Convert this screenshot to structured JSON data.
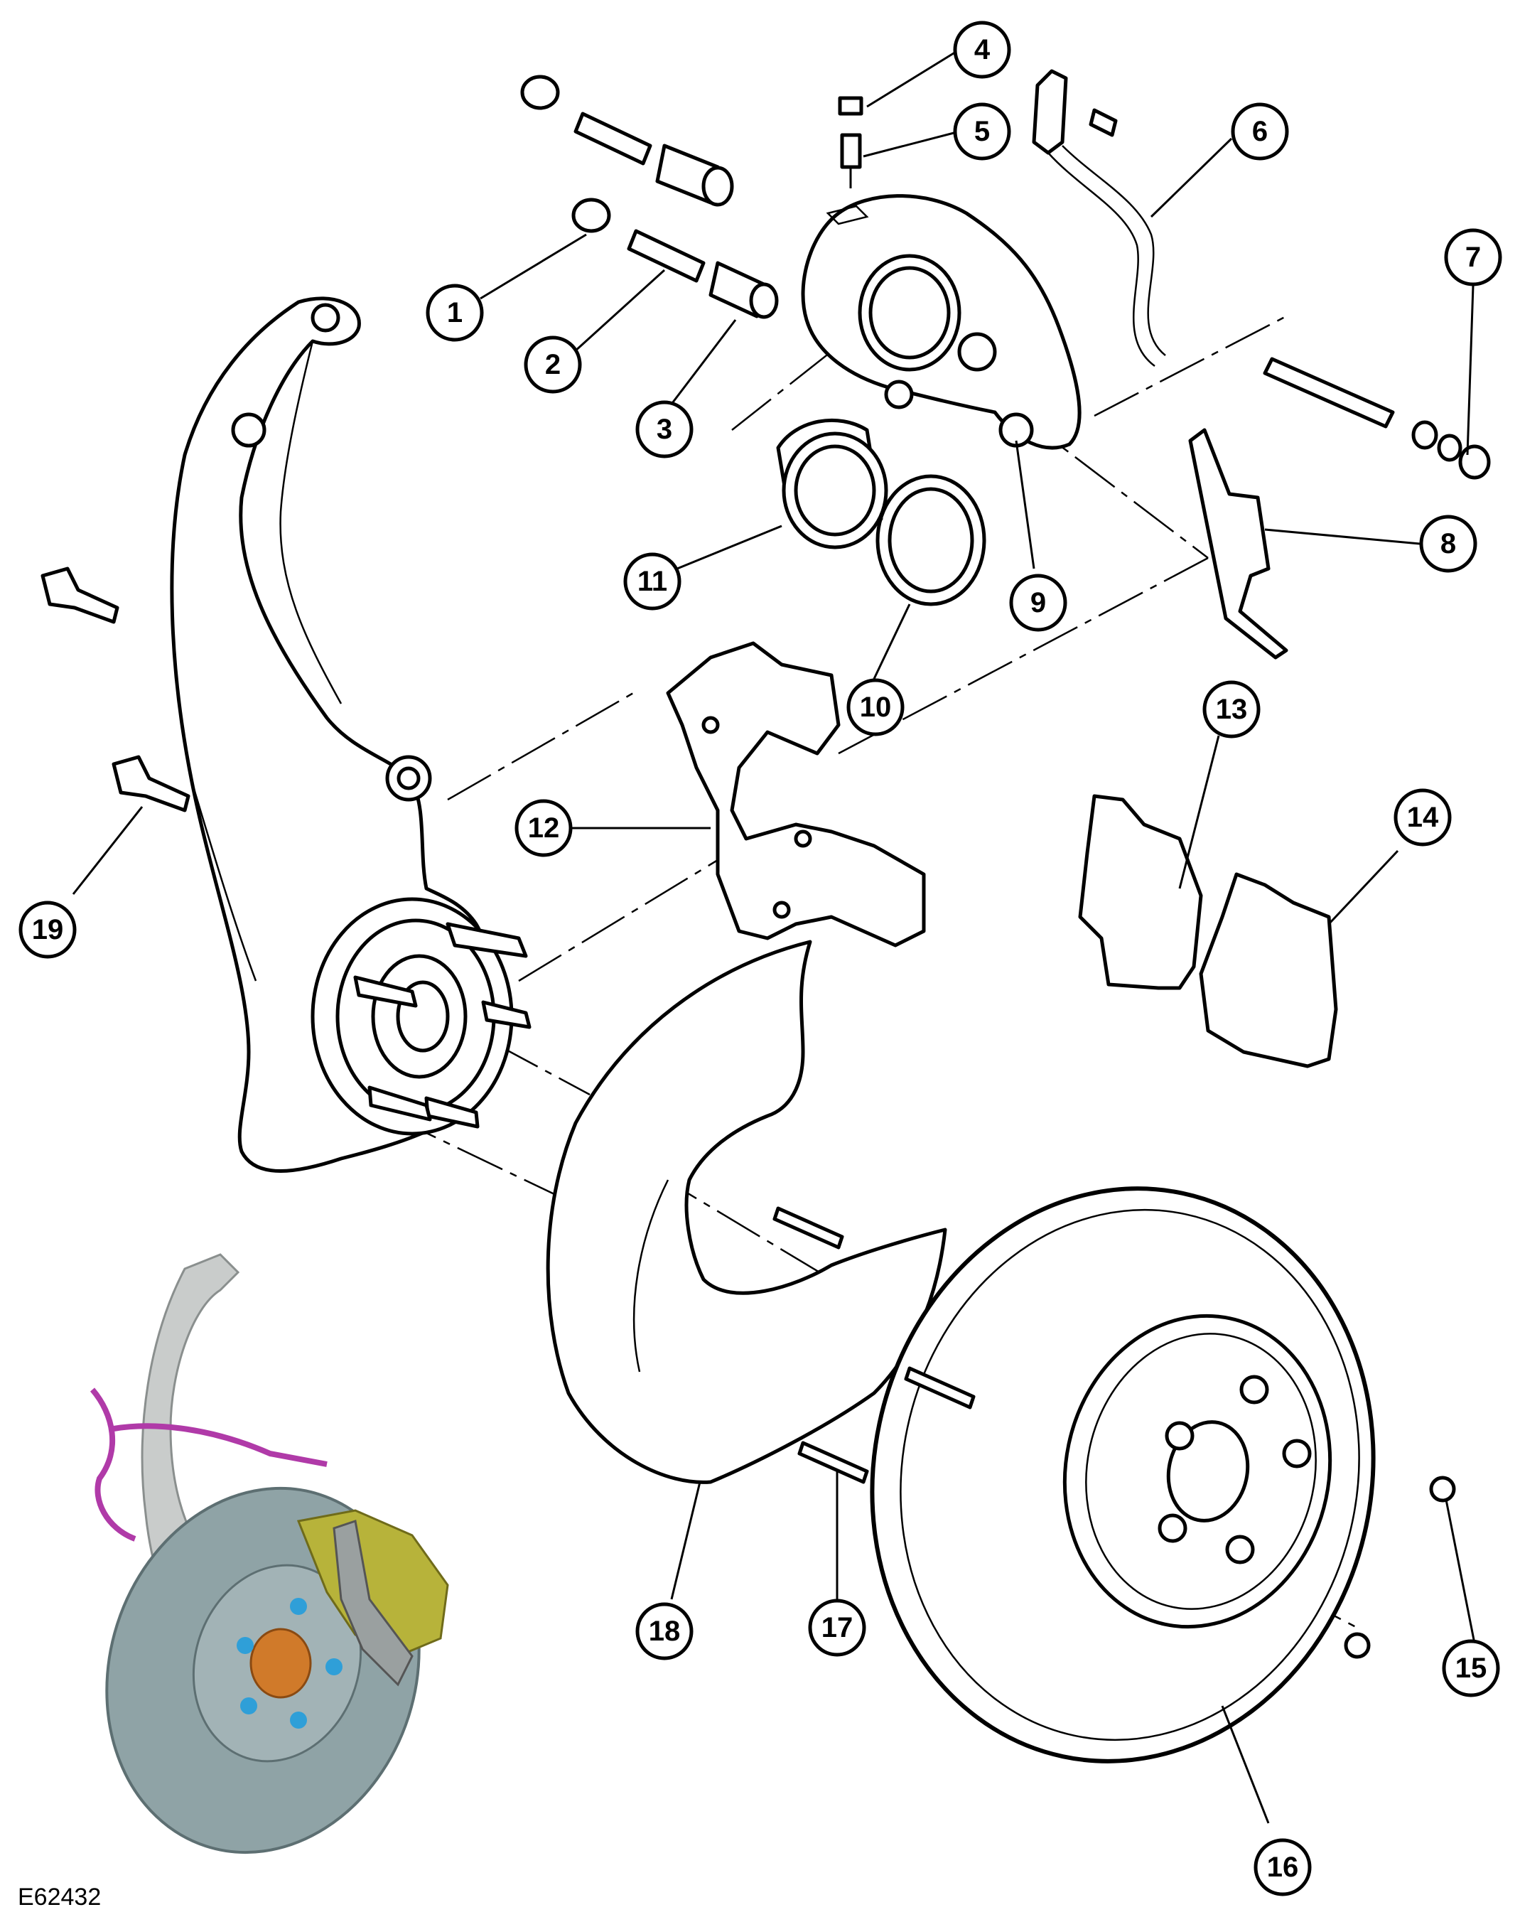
{
  "figure_id": "E62432",
  "callouts": [
    {
      "id": "1",
      "label": "1"
    },
    {
      "id": "2",
      "label": "2"
    },
    {
      "id": "3",
      "label": "3"
    },
    {
      "id": "4",
      "label": "4"
    },
    {
      "id": "5",
      "label": "5"
    },
    {
      "id": "6",
      "label": "6"
    },
    {
      "id": "7",
      "label": "7"
    },
    {
      "id": "8",
      "label": "8"
    },
    {
      "id": "9",
      "label": "9"
    },
    {
      "id": "10",
      "label": "10"
    },
    {
      "id": "11",
      "label": "11"
    },
    {
      "id": "12",
      "label": "12"
    },
    {
      "id": "13",
      "label": "13"
    },
    {
      "id": "14",
      "label": "14"
    },
    {
      "id": "15",
      "label": "15"
    },
    {
      "id": "16",
      "label": "16"
    },
    {
      "id": "17",
      "label": "17"
    },
    {
      "id": "18",
      "label": "18"
    },
    {
      "id": "19",
      "label": "19"
    }
  ],
  "colors": {
    "line": "#000000",
    "background": "#ffffff",
    "inset_disc": "#8fa3a6",
    "inset_knuckle": "#c9cccb",
    "inset_caliper": "#b7b33a",
    "inset_hub": "#d07a2a",
    "inset_studs": "#2f9fd8",
    "inset_wire": "#b03aa8"
  }
}
